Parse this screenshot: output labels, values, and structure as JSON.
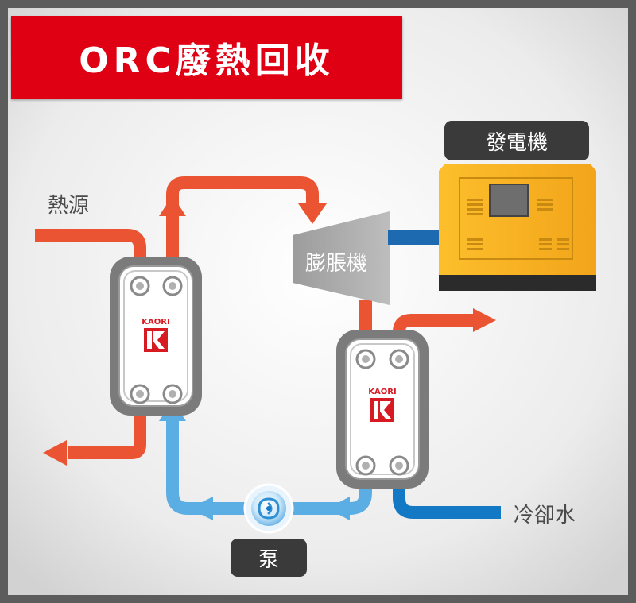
{
  "title": "ORC廢熱回收",
  "labels": {
    "heat_source": "熱源",
    "generator": "發電機",
    "expander": "膨脹機",
    "cooling_water": "冷卻水",
    "pump": "泵"
  },
  "logo": {
    "brand": "KAORI",
    "mark": "K"
  },
  "colors": {
    "frame": "#5c5c5c",
    "title_red": "#e00013",
    "hot_flow": "#ea5433",
    "cold_flow": "#5aaee3",
    "cooling_flow": "#1479c4",
    "generator_yellow": "#f7b21f",
    "label_dark": "#3a3a3a"
  }
}
